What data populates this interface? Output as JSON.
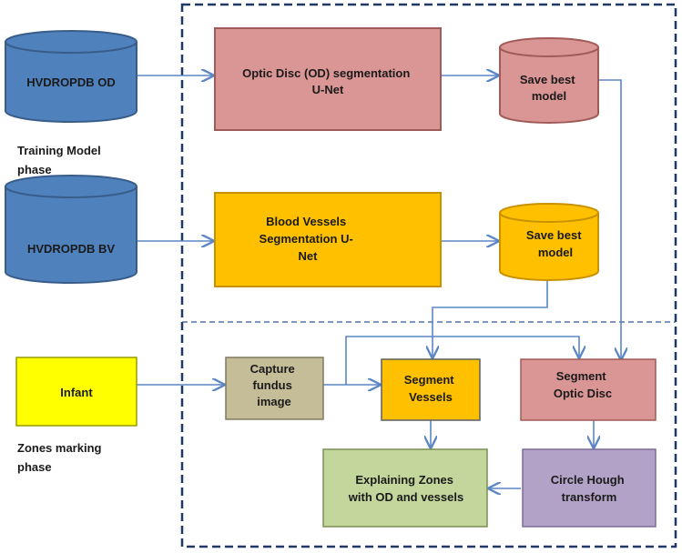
{
  "phases": {
    "training": [
      "Training Model",
      "phase"
    ],
    "zones": [
      "Zones marking",
      "phase"
    ]
  },
  "nodes": {
    "db_od": {
      "lines": [
        "HVDROPDB OD"
      ]
    },
    "db_bv": {
      "lines": [
        "HVDROPDB BV"
      ]
    },
    "od_seg": {
      "lines": [
        "Optic Disc (OD) segmentation",
        "U-Net"
      ]
    },
    "bv_seg": {
      "lines": [
        "Blood Vessels",
        "Segmentation U-",
        "Net"
      ]
    },
    "save_od": {
      "lines": [
        "Save best",
        "model"
      ]
    },
    "save_bv": {
      "lines": [
        "Save best",
        "model"
      ]
    },
    "infant": {
      "lines": [
        "Infant"
      ]
    },
    "capture": {
      "lines": [
        "Capture",
        "fundus",
        "image"
      ]
    },
    "seg_vessels": {
      "lines": [
        "Segment",
        "Vessels"
      ]
    },
    "seg_od": {
      "lines": [
        "Segment",
        "Optic Disc"
      ]
    },
    "hough": {
      "lines": [
        "Circle Hough",
        "transform"
      ]
    },
    "explain": {
      "lines": [
        "Explaining Zones",
        "with OD and vessels"
      ]
    }
  },
  "colors": {
    "db_blue": "#4f81bd",
    "db_blue_dark": "#385d8a",
    "pink": "#d99694",
    "pink_dark": "#a05a58",
    "orange": "#ffc000",
    "orange_dark": "#c79100",
    "yellow": "#ffff00",
    "tan": "#c4bd97",
    "lavender": "#b3a2c7",
    "green": "#c3d69b",
    "arrow": "#5b86c5",
    "frame": "#1f3864"
  }
}
